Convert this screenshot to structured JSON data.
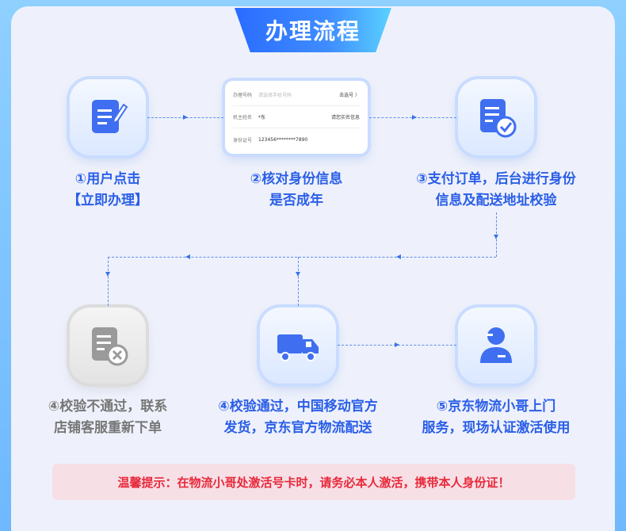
{
  "title": "办理流程",
  "colors": {
    "accent": "#2a5ee8",
    "gray": "#777777",
    "tip_red": "#e8293a"
  },
  "form_preview": {
    "rows": [
      {
        "label": "办理号码",
        "value": "请选择手机号码",
        "action": "去选号 〉"
      },
      {
        "label": "机主姓名",
        "value": "*东",
        "action": "请您实名信息"
      },
      {
        "label": "身份证号",
        "value": "123456********7890",
        "action": ""
      }
    ]
  },
  "steps": [
    {
      "icon": "edit-document-icon",
      "line1": "①用户点击",
      "line2": "【立即办理】"
    },
    {
      "icon": "form-preview",
      "line1": "②核对身份信息",
      "line2": "是否成年"
    },
    {
      "icon": "document-check-icon",
      "line1": "③支付订单，后台进行身份",
      "line2": "信息及配送地址校验"
    },
    {
      "icon": "document-reject-icon",
      "line1": "④校验不通过，联系",
      "line2": "店铺客服重新下单"
    },
    {
      "icon": "delivery-truck-icon",
      "line1": "④校验通过，中国移动官方",
      "line2": "发货，京东官方物流配送"
    },
    {
      "icon": "courier-icon",
      "line1": "⑤京东物流小哥上门",
      "line2": "服务，现场认证激活使用"
    }
  ],
  "tip": "温馨提示：在物流小哥处激活号卡时，请务必本人激活，携带本人身份证！"
}
